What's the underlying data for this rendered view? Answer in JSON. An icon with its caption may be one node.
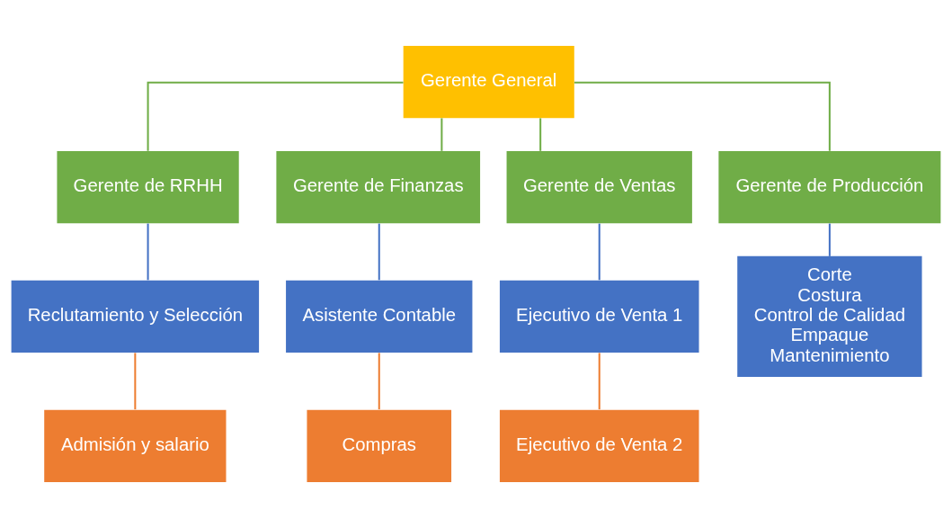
{
  "diagram": {
    "nodes": [
      {
        "text": [
          "Gerente General"
        ]
      },
      {
        "text": [
          "Gerente de RRHH"
        ]
      },
      {
        "text": [
          "Gerente de Finanzas"
        ]
      },
      {
        "text": [
          "Gerente de Ventas"
        ]
      },
      {
        "text": [
          "Gerente de Producción"
        ]
      },
      {
        "text": [
          "Reclutamiento y Selección"
        ]
      },
      {
        "text": [
          "Asistente Contable"
        ]
      },
      {
        "text": [
          "Ejecutivo de Venta 1"
        ]
      },
      {
        "text": [
          "Corte",
          "Costura",
          "Control de Calidad",
          "Empaque",
          "Mantenimiento"
        ]
      },
      {
        "text": [
          "Admisión y salario"
        ]
      },
      {
        "text": [
          "Compras"
        ]
      },
      {
        "text": [
          "Ejecutivo de Venta 2"
        ]
      }
    ],
    "edges": [
      {
        "from": 0,
        "to": 1,
        "arrow": "none",
        "color": "#70ad47"
      },
      {
        "from": 0,
        "to": 2,
        "arrow": "none",
        "color": "#70ad47"
      },
      {
        "from": 0,
        "to": 3,
        "arrow": "none",
        "color": "#70ad47"
      },
      {
        "from": 0,
        "to": 4,
        "arrow": "none",
        "color": "#70ad47"
      },
      {
        "from": 1,
        "to": 5,
        "arrow": "none",
        "color": "#4472c4"
      },
      {
        "from": 2,
        "to": 6,
        "arrow": "none",
        "color": "#4472c4"
      },
      {
        "from": 3,
        "to": 7,
        "arrow": "none",
        "color": "#4472c4"
      },
      {
        "from": 4,
        "to": 8,
        "arrow": "none",
        "color": "#4472c4"
      },
      {
        "from": 5,
        "to": 9,
        "arrow": "none",
        "color": "#ed7d31"
      },
      {
        "from": 6,
        "to": 10,
        "arrow": "none",
        "color": "#ed7d31"
      },
      {
        "from": 7,
        "to": 11,
        "arrow": "none",
        "color": "#ed7d31"
      }
    ]
  }
}
